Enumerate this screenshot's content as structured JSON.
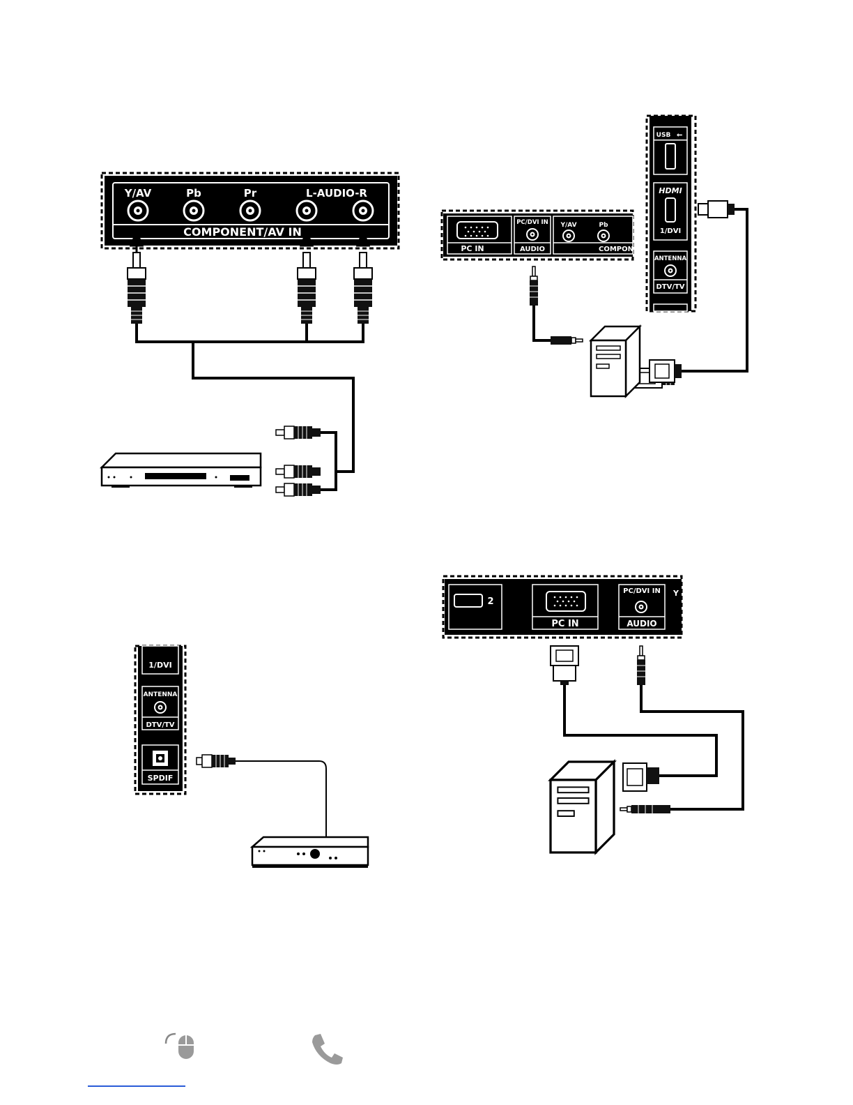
{
  "component_panel": {
    "jacks": [
      "Y/AV",
      "Pb",
      "Pr"
    ],
    "audio_label": "L-AUDIO-R",
    "panel_title": "COMPONENT/AV IN"
  },
  "pc_panel": {
    "pc_in": "PC IN",
    "pcdvi": "PC/DVI IN",
    "audio": "AUDIO",
    "yav": "Y/AV",
    "pb": "Pb",
    "compon": "COMPON"
  },
  "side_panel": {
    "usb": "USB",
    "hdmi": "HDMI",
    "dvi": "1/DVI",
    "antenna": "ANTENNA",
    "dtv": "DTV/TV"
  },
  "spdif_panel": {
    "dvi": "1/DVI",
    "antenna": "ANTENNA",
    "dtv": "DTV/TV",
    "spdif": "SPDIF"
  },
  "pc2_panel": {
    "hdmi_num": "2",
    "pc_in": "PC IN",
    "pcdvi": "PC/DVI IN",
    "audio": "AUDIO",
    "y": "Y"
  },
  "footer": {
    "icons": [
      "mouse-icon",
      "phone-icon"
    ]
  }
}
